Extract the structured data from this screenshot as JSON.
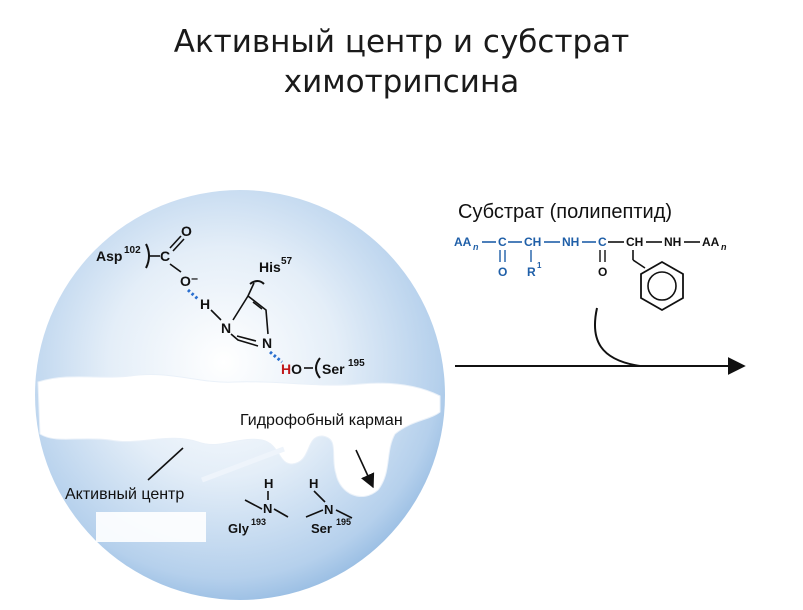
{
  "title": {
    "line1": "Активный центр и субстрат",
    "line2": "химотрипсина"
  },
  "labels": {
    "substrate_heading": "Субстрат (полипептид)",
    "hydrophobic_pocket": "Гидрофобный карман",
    "active_center": "Активный центр"
  },
  "residues": {
    "asp": "Asp",
    "asp_num": "102",
    "his": "His",
    "his_num": "57",
    "ser_top": "Ser",
    "ser_top_num": "195",
    "gly": "Gly",
    "gly_num": "193",
    "ser_bottom": "Ser",
    "ser_bottom_num": "195"
  },
  "atoms": {
    "c": "C",
    "o": "O",
    "o_minus": "O⁻",
    "h": "H",
    "n": "N",
    "ho": "HO",
    "ho_h": "H",
    "ho_o": "O"
  },
  "substrate_chain": {
    "aa_left": "AA",
    "aa_sub": "n",
    "c1": "C",
    "ch1": "CH",
    "nh1": "NH",
    "c2": "C",
    "ch2": "CH",
    "nh2": "NH",
    "aa_right": "AA",
    "aa_right_sub": "n",
    "o1": "O",
    "r1": "R",
    "r1_sup": "1",
    "o2": "O"
  },
  "colors": {
    "sphere_center": "#ffffff",
    "sphere_edge": "#8fb7e0",
    "chain_blue": "#1f5fa8",
    "hydrogen_bond": "#2a6fcf",
    "ho_red": "#c0181b"
  }
}
